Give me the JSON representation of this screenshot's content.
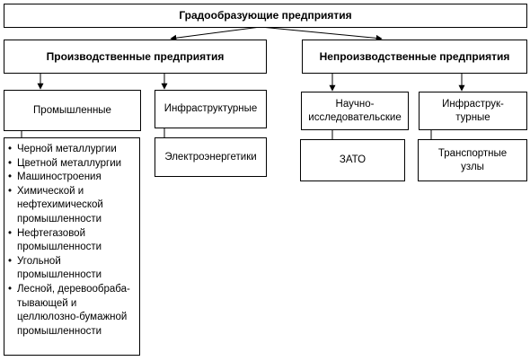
{
  "root": {
    "label": "Градообразующие предприятия"
  },
  "production": {
    "label": "Производственные предприятия",
    "industrial": {
      "label": "Промышленные",
      "items": [
        "Черной металлургии",
        "Цветной металлургии",
        "Машиностроения",
        "Химической и нефтехимической промышленности",
        "Нефтегазовой промышленности",
        "Угольной промышленности",
        "Лесной, деревообраба-тывающей и целлюлозно-бумажной промышленности"
      ]
    },
    "infrastructure": {
      "label": "Инфраструктурные",
      "child": "Электроэнергетики"
    }
  },
  "nonproduction": {
    "label": "Непроизводственные предприятия",
    "research": {
      "label_line1": "Научно-",
      "label_line2": "исследовательские",
      "child": "ЗАТО"
    },
    "infrastructure": {
      "label_line1": "Инфраструк-",
      "label_line2": "турные",
      "child_line1": "Транспортные",
      "child_line2": "узлы"
    }
  }
}
